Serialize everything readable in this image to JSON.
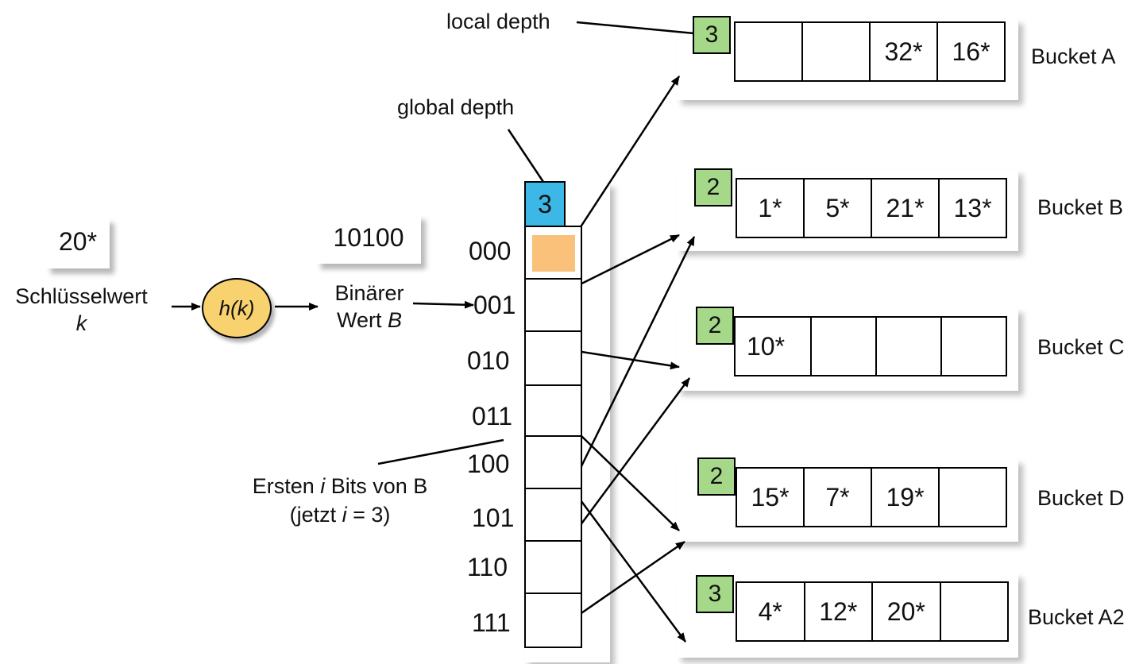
{
  "labels": {
    "local_depth": "local depth",
    "global_depth": "global depth",
    "key_value": "20*",
    "key_caption_1": "Schlüsselwert",
    "key_caption_2": "k",
    "hash_fn": "h(k)",
    "binary_value": "10100",
    "binary_caption_1": "Binärer",
    "binary_caption_2_text": "Wert ",
    "binary_caption_2_var": "B",
    "bits_caption_1_pre": "Ersten ",
    "bits_caption_1_var": "i",
    "bits_caption_1_post": " Bits von B",
    "bits_caption_2_pre": "(jetzt ",
    "bits_caption_2_var": "i",
    "bits_caption_2_post": " = 3)"
  },
  "directory": {
    "global_depth": "3",
    "entries": [
      "000",
      "001",
      "010",
      "011",
      "100",
      "101",
      "110",
      "111"
    ]
  },
  "buckets": [
    {
      "name": "Bucket A",
      "local_depth": "3",
      "cells": [
        "",
        "",
        "32*",
        "16*"
      ]
    },
    {
      "name": "Bucket B",
      "local_depth": "2",
      "cells": [
        "1*",
        "5*",
        "21*",
        "13*"
      ]
    },
    {
      "name": "Bucket C",
      "local_depth": "2",
      "cells": [
        "10*",
        "",
        "",
        ""
      ]
    },
    {
      "name": "Bucket D",
      "local_depth": "2",
      "cells": [
        "15*",
        "7*",
        "19*",
        ""
      ]
    },
    {
      "name": "Bucket A2",
      "local_depth": "3",
      "cells": [
        "4*",
        "12*",
        "20*",
        ""
      ]
    }
  ],
  "colors": {
    "local_depth_fill": "#a6d88a",
    "global_depth_fill": "#3cb8e6",
    "hash_fill": "#f9d270",
    "highlight_fill": "#f9c179"
  }
}
